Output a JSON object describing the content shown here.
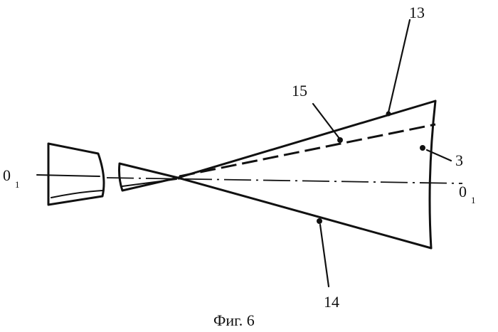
{
  "figure": {
    "caption": "Фиг. 6",
    "labels": {
      "ref_13": "13",
      "ref_15": "15",
      "ref_3": "3",
      "ref_14": "14",
      "axis_left_main": "0",
      "axis_left_sub": "1",
      "axis_right_main": "0",
      "axis_right_sub": "1"
    }
  }
}
